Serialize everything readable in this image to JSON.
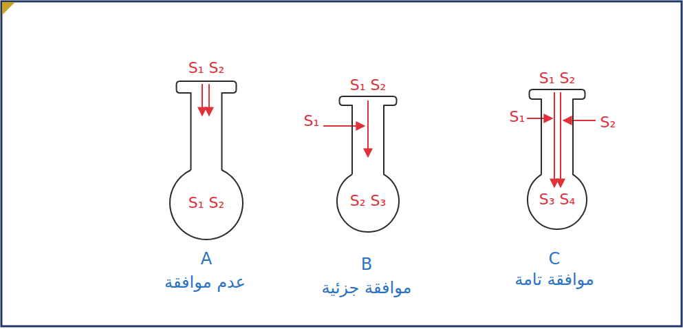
{
  "diagram": {
    "nodes": [
      {
        "text": [
          "S₁ S₂",
          "S₁ S₂"
        ]
      },
      {
        "text": [
          "S₁ S₂",
          "S₂ S₃"
        ]
      },
      {
        "text": [
          "S₁ S₂",
          "S₃ S₄"
        ]
      }
    ],
    "labels": [
      "S₁",
      "S₁",
      "S₂",
      "A",
      "B",
      "C",
      "عدم موافقة",
      "موافقة جزئية",
      "موافقة تامة"
    ]
  }
}
